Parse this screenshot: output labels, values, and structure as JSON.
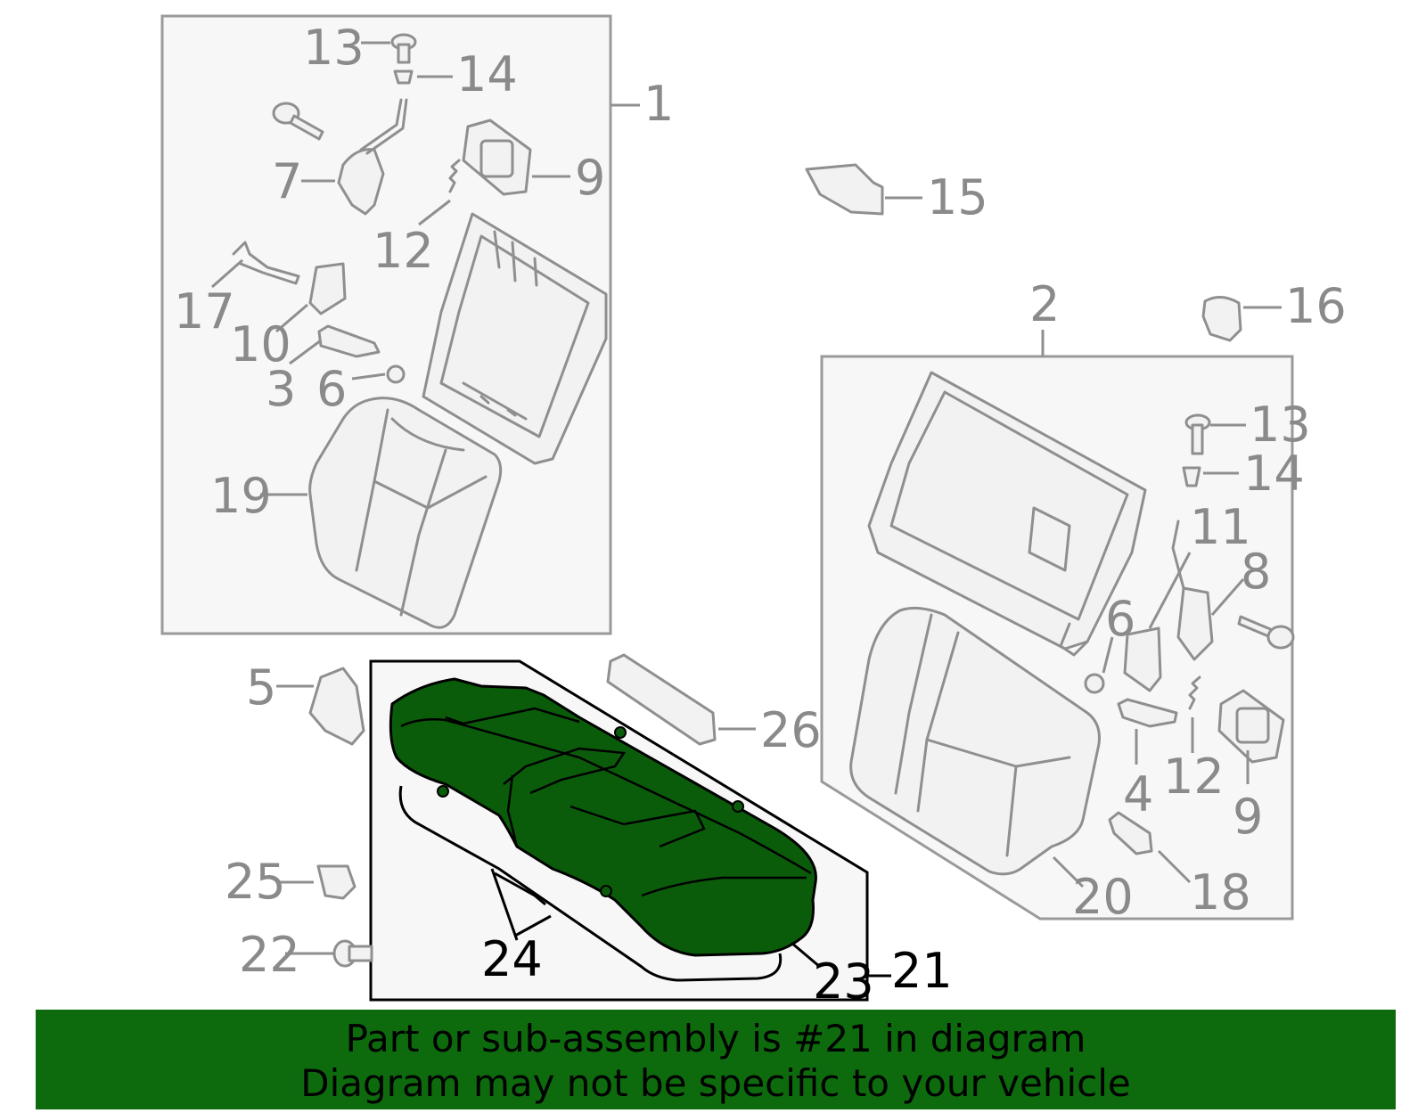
{
  "callouts": {
    "c1": "1",
    "c2": "2",
    "c3": "3",
    "c4": "4",
    "c5": "5",
    "c6a": "6",
    "c6b": "6",
    "c7": "7",
    "c8": "8",
    "c9a": "9",
    "c9b": "9",
    "c10": "10",
    "c11": "11",
    "c12a": "12",
    "c12b": "12",
    "c13a": "13",
    "c13b": "13",
    "c14a": "14",
    "c14b": "14",
    "c15": "15",
    "c16": "16",
    "c17": "17",
    "c18": "18",
    "c19": "19",
    "c20": "20",
    "c21": "21",
    "c22": "22",
    "c23": "23",
    "c24": "24",
    "c25": "25",
    "c26": "26"
  },
  "highlight": {
    "part_number": "21",
    "color": "#0a5c0a"
  },
  "banner": {
    "line1": "Part or sub-assembly is #21 in diagram",
    "line2": "Diagram may not be specific to your vehicle",
    "background": "#0d6b0d"
  }
}
